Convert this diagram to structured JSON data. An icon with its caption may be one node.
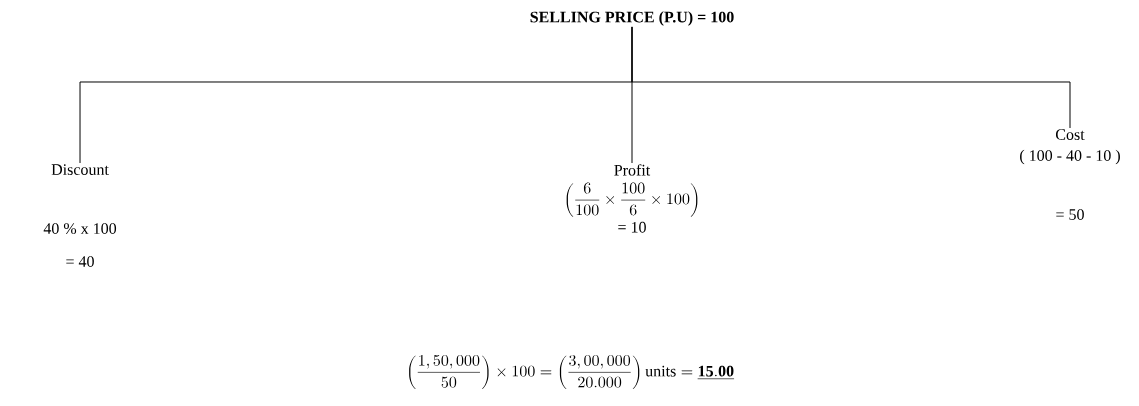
{
  "diagram": {
    "nodes": [
      {
        "text": [
          "SELLING PRICE (P.U) = 100"
        ]
      },
      {
        "text": [
          "Discount",
          "40 % x 100",
          "= 40"
        ]
      },
      {
        "text": [
          "Profit",
          "\\left(\\frac{6}{100}\\times\\frac{100}{6}\\times 100\\right)",
          "= 10"
        ]
      },
      {
        "text": [
          "Cost",
          "( 100 - 40 - 10 )",
          "= 50"
        ]
      }
    ],
    "edges": [
      {
        "from": 0,
        "to": 1,
        "arrow": "none"
      },
      {
        "from": 0,
        "to": 2,
        "arrow": "none"
      },
      {
        "from": 0,
        "to": 3,
        "arrow": "none"
      }
    ],
    "labels": [
      "\\left(\\frac{1,50,000}{50}\\right)\\times 100= \\left(\\frac{3,00,000}{20.000}\\right)\\mathrm{units} = \\underline{\\mathbf{15.00}}"
    ]
  }
}
